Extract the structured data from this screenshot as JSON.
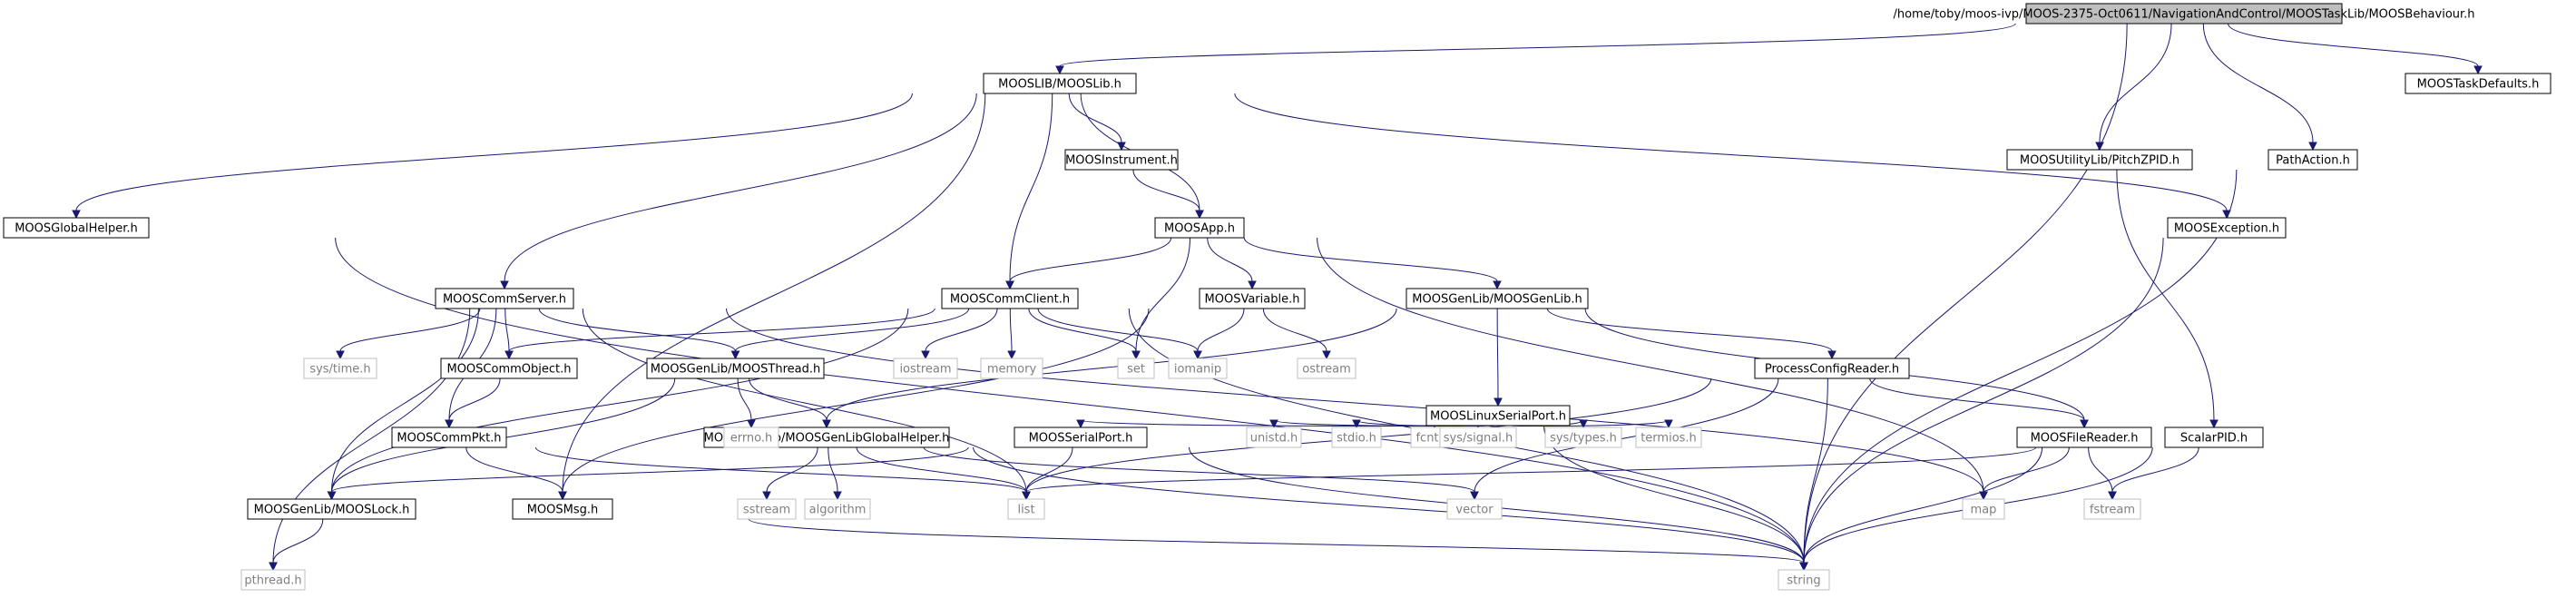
{
  "nodes": [
    {
      "id": "root",
      "label": "/home/toby/moos-ivp/MOOS-2375-Oct0611/NavigationAndControl/MOOSTaskLib/MOOSBehaviour.h",
      "kind": "root"
    },
    {
      "id": "mooslib",
      "label": "MOOSLIB/MOOSLib.h",
      "kind": "doc"
    },
    {
      "id": "tdef",
      "label": "MOOSTaskDefaults.h",
      "kind": "doc"
    },
    {
      "id": "pitch",
      "label": "MOOSUtilityLib/PitchZPID.h",
      "kind": "doc"
    },
    {
      "id": "path",
      "label": "PathAction.h",
      "kind": "doc"
    },
    {
      "id": "instr",
      "label": "MOOSInstrument.h",
      "kind": "doc"
    },
    {
      "id": "exc",
      "label": "MOOSException.h",
      "kind": "doc"
    },
    {
      "id": "glob",
      "label": "MOOSGlobalHelper.h",
      "kind": "doc"
    },
    {
      "id": "app",
      "label": "MOOSApp.h",
      "kind": "doc"
    },
    {
      "id": "server",
      "label": "MOOSCommServer.h",
      "kind": "doc"
    },
    {
      "id": "client",
      "label": "MOOSCommClient.h",
      "kind": "doc"
    },
    {
      "id": "var",
      "label": "MOOSVariable.h",
      "kind": "doc"
    },
    {
      "id": "genlib",
      "label": "MOOSGenLib/MOOSGenLib.h",
      "kind": "doc"
    },
    {
      "id": "commobj",
      "label": "MOOSCommObject.h",
      "kind": "doc"
    },
    {
      "id": "thread",
      "label": "MOOSGenLib/MOOSThread.h",
      "kind": "doc"
    },
    {
      "id": "linux",
      "label": "MOOSLinuxSerialPort.h",
      "kind": "doc"
    },
    {
      "id": "pcr",
      "label": "ProcessConfigReader.h",
      "kind": "doc"
    },
    {
      "id": "pkt",
      "label": "MOOSCommPkt.h",
      "kind": "doc"
    },
    {
      "id": "ggh",
      "label": "MOOSGenLib/MOOSGenLibGlobalHelper.h",
      "kind": "doc"
    },
    {
      "id": "serial",
      "label": "MOOSSerialPort.h",
      "kind": "doc"
    },
    {
      "id": "file",
      "label": "MOOSFileReader.h",
      "kind": "doc"
    },
    {
      "id": "scalar",
      "label": "ScalarPID.h",
      "kind": "doc"
    },
    {
      "id": "lock",
      "label": "MOOSGenLib/MOOSLock.h",
      "kind": "doc"
    },
    {
      "id": "msg",
      "label": "MOOSMsg.h",
      "kind": "doc"
    },
    {
      "id": "systime",
      "label": "sys/time.h",
      "kind": "ext"
    },
    {
      "id": "iostream",
      "label": "iostream",
      "kind": "ext"
    },
    {
      "id": "memory",
      "label": "memory",
      "kind": "ext"
    },
    {
      "id": "set",
      "label": "set",
      "kind": "ext"
    },
    {
      "id": "iomanip",
      "label": "iomanip",
      "kind": "ext"
    },
    {
      "id": "ostream",
      "label": "ostream",
      "kind": "ext"
    },
    {
      "id": "errno",
      "label": "errno.h",
      "kind": "ext"
    },
    {
      "id": "unistd",
      "label": "unistd.h",
      "kind": "ext"
    },
    {
      "id": "stdio",
      "label": "stdio.h",
      "kind": "ext"
    },
    {
      "id": "fcntl",
      "label": "fcntl.h",
      "kind": "ext"
    },
    {
      "id": "signal",
      "label": "sys/signal.h",
      "kind": "ext"
    },
    {
      "id": "types",
      "label": "sys/types.h",
      "kind": "ext"
    },
    {
      "id": "termios",
      "label": "termios.h",
      "kind": "ext"
    },
    {
      "id": "sstream",
      "label": "sstream",
      "kind": "ext"
    },
    {
      "id": "algorithm",
      "label": "algorithm",
      "kind": "ext"
    },
    {
      "id": "list",
      "label": "list",
      "kind": "ext"
    },
    {
      "id": "vector",
      "label": "vector",
      "kind": "ext"
    },
    {
      "id": "map",
      "label": "map",
      "kind": "ext"
    },
    {
      "id": "fstream",
      "label": "fstream",
      "kind": "ext"
    },
    {
      "id": "pthread",
      "label": "pthread.h",
      "kind": "ext"
    },
    {
      "id": "string",
      "label": "string",
      "kind": "ext"
    }
  ],
  "edges": [
    [
      "root",
      "mooslib"
    ],
    [
      "root",
      "tdef"
    ],
    [
      "root",
      "pitch"
    ],
    [
      "root",
      "path"
    ],
    [
      "root",
      "string"
    ],
    [
      "mooslib",
      "glob"
    ],
    [
      "mooslib",
      "server"
    ],
    [
      "mooslib",
      "msg"
    ],
    [
      "mooslib",
      "client"
    ],
    [
      "mooslib",
      "instr"
    ],
    [
      "mooslib",
      "app"
    ],
    [
      "mooslib",
      "exc"
    ],
    [
      "pitch",
      "scalar"
    ],
    [
      "path",
      "string"
    ],
    [
      "exc",
      "string"
    ],
    [
      "glob",
      "string"
    ],
    [
      "instr",
      "app"
    ],
    [
      "app",
      "client"
    ],
    [
      "app",
      "set"
    ],
    [
      "app",
      "var"
    ],
    [
      "app",
      "genlib"
    ],
    [
      "app",
      "map"
    ],
    [
      "server",
      "systime"
    ],
    [
      "server",
      "commobj"
    ],
    [
      "server",
      "thread"
    ],
    [
      "server",
      "pkt"
    ],
    [
      "server",
      "lock"
    ],
    [
      "server",
      "list"
    ],
    [
      "server",
      "map"
    ],
    [
      "server",
      "pthread"
    ],
    [
      "client",
      "commobj"
    ],
    [
      "client",
      "thread"
    ],
    [
      "client",
      "lock"
    ],
    [
      "client",
      "iostream"
    ],
    [
      "client",
      "memory"
    ],
    [
      "client",
      "set"
    ],
    [
      "client",
      "iomanip"
    ],
    [
      "client",
      "string"
    ],
    [
      "var",
      "iomanip"
    ],
    [
      "var",
      "ostream"
    ],
    [
      "var",
      "msg"
    ],
    [
      "genlib",
      "linux"
    ],
    [
      "genlib",
      "pcr"
    ],
    [
      "genlib",
      "file"
    ],
    [
      "genlib",
      "ggh"
    ],
    [
      "commobj",
      "pkt"
    ],
    [
      "thread",
      "ggh"
    ],
    [
      "thread",
      "lock"
    ],
    [
      "thread",
      "errno"
    ],
    [
      "linux",
      "serial"
    ],
    [
      "linux",
      "unistd"
    ],
    [
      "linux",
      "stdio"
    ],
    [
      "linux",
      "fcntl"
    ],
    [
      "linux",
      "signal"
    ],
    [
      "linux",
      "types"
    ],
    [
      "linux",
      "termios"
    ],
    [
      "linux",
      "string"
    ],
    [
      "pcr",
      "file"
    ],
    [
      "pcr",
      "list"
    ],
    [
      "pcr",
      "vector"
    ],
    [
      "pcr",
      "string"
    ],
    [
      "pkt",
      "msg"
    ],
    [
      "pkt",
      "list"
    ],
    [
      "ggh",
      "sstream"
    ],
    [
      "ggh",
      "algorithm"
    ],
    [
      "ggh",
      "list"
    ],
    [
      "ggh",
      "vector"
    ],
    [
      "ggh",
      "string"
    ],
    [
      "serial",
      "list"
    ],
    [
      "serial",
      "string"
    ],
    [
      "serial",
      "lock"
    ],
    [
      "file",
      "map"
    ],
    [
      "file",
      "fstream"
    ],
    [
      "file",
      "string"
    ],
    [
      "scalar",
      "fstream"
    ],
    [
      "scalar",
      "list"
    ],
    [
      "scalar",
      "string"
    ],
    [
      "lock",
      "pthread"
    ],
    [
      "msg",
      "string"
    ]
  ]
}
